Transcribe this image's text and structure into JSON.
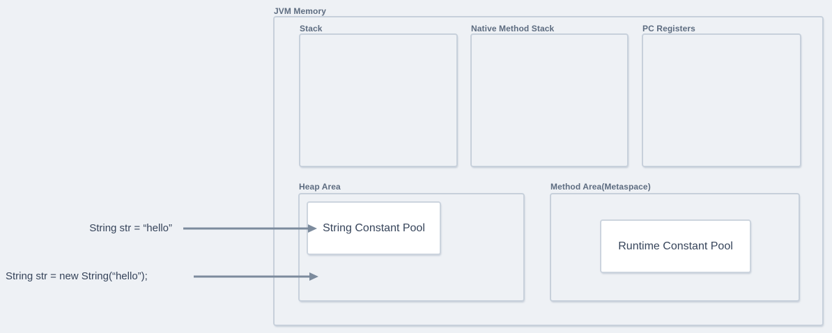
{
  "colors": {
    "background": "#eef1f5",
    "box_border": "#c7d0db",
    "panel_label_text": "#5d6c80",
    "body_text": "#36445a",
    "arrow": "#7c8b9d",
    "node_background": "#ffffff"
  },
  "diagram": {
    "title": "JVM Memory",
    "top_row": [
      {
        "label": "Stack"
      },
      {
        "label": "Native Method Stack"
      },
      {
        "label": "PC Registers"
      }
    ],
    "heap": {
      "label": "Heap Area",
      "node": {
        "label": "String Constant Pool"
      }
    },
    "method_area": {
      "label": "Method Area(Metaspace)",
      "node": {
        "label": "Runtime Constant Pool"
      }
    }
  },
  "annotations": [
    {
      "code": "String str = “hello”"
    },
    {
      "code": "String str = new String(“hello”);"
    }
  ]
}
